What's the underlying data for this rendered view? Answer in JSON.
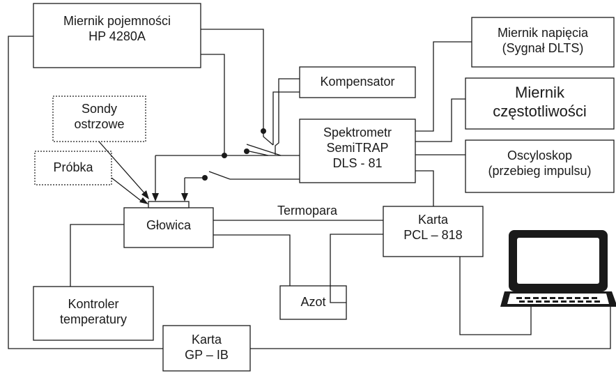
{
  "blocks": {
    "miernik_pojemnosci": {
      "line1": "Miernik pojemności",
      "line2": "HP 4280A"
    },
    "sondy": {
      "line1": "Sondy",
      "line2": "ostrzowe"
    },
    "probka": {
      "line1": "Próbka"
    },
    "kompensator": {
      "line1": "Kompensator"
    },
    "spektrometr": {
      "line1": "Spektrometr",
      "line2": "SemiTRAP",
      "line3": "DLS - 81"
    },
    "miernik_napiecia": {
      "line1": "Miernik napięcia",
      "line2": "(Sygnał DLTS)"
    },
    "miernik_czest": {
      "line1": "Miernik",
      "line2": "częstotliwości"
    },
    "oscyloskop": {
      "line1": "Oscyloskop",
      "line2": "(przebieg impulsu)"
    },
    "glowica": {
      "line1": "Głowica"
    },
    "karta_pcl": {
      "line1": "Karta",
      "line2": "PCL – 818"
    },
    "kontroler": {
      "line1": "Kontroler",
      "line2": "temperatury"
    },
    "azot": {
      "line1": "Azot"
    },
    "karta_gpib": {
      "line1": "Karta",
      "line2": "GP – IB"
    }
  },
  "wire_labels": {
    "termopara": "Termopara"
  },
  "icons": {
    "computer": "computer-icon"
  }
}
